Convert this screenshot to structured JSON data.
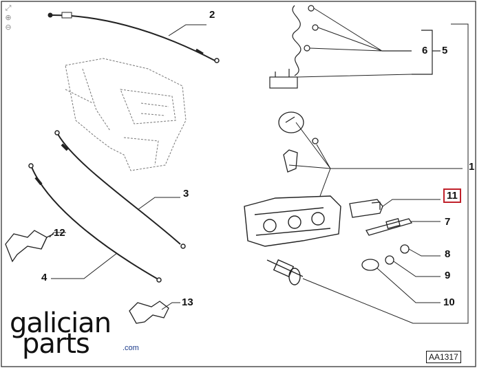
{
  "toolbar": {
    "expand_icon": "expand-icon",
    "zoom_in_icon": "zoom-in-icon",
    "zoom_out_icon": "zoom-out-icon"
  },
  "callouts": {
    "c1": "1",
    "c2": "2",
    "c3": "3",
    "c4": "4",
    "c5": "5",
    "c6": "6",
    "c7": "7",
    "c8": "8",
    "c9": "9",
    "c10": "10",
    "c11": "11",
    "c12": "12",
    "c13": "13"
  },
  "highlight_color": "#c0202a",
  "watermark": {
    "line1": "galician",
    "line2": "parts",
    "suffix": ".com",
    "accent_color": "#1a3a8a"
  },
  "ref_code": "AA1317"
}
